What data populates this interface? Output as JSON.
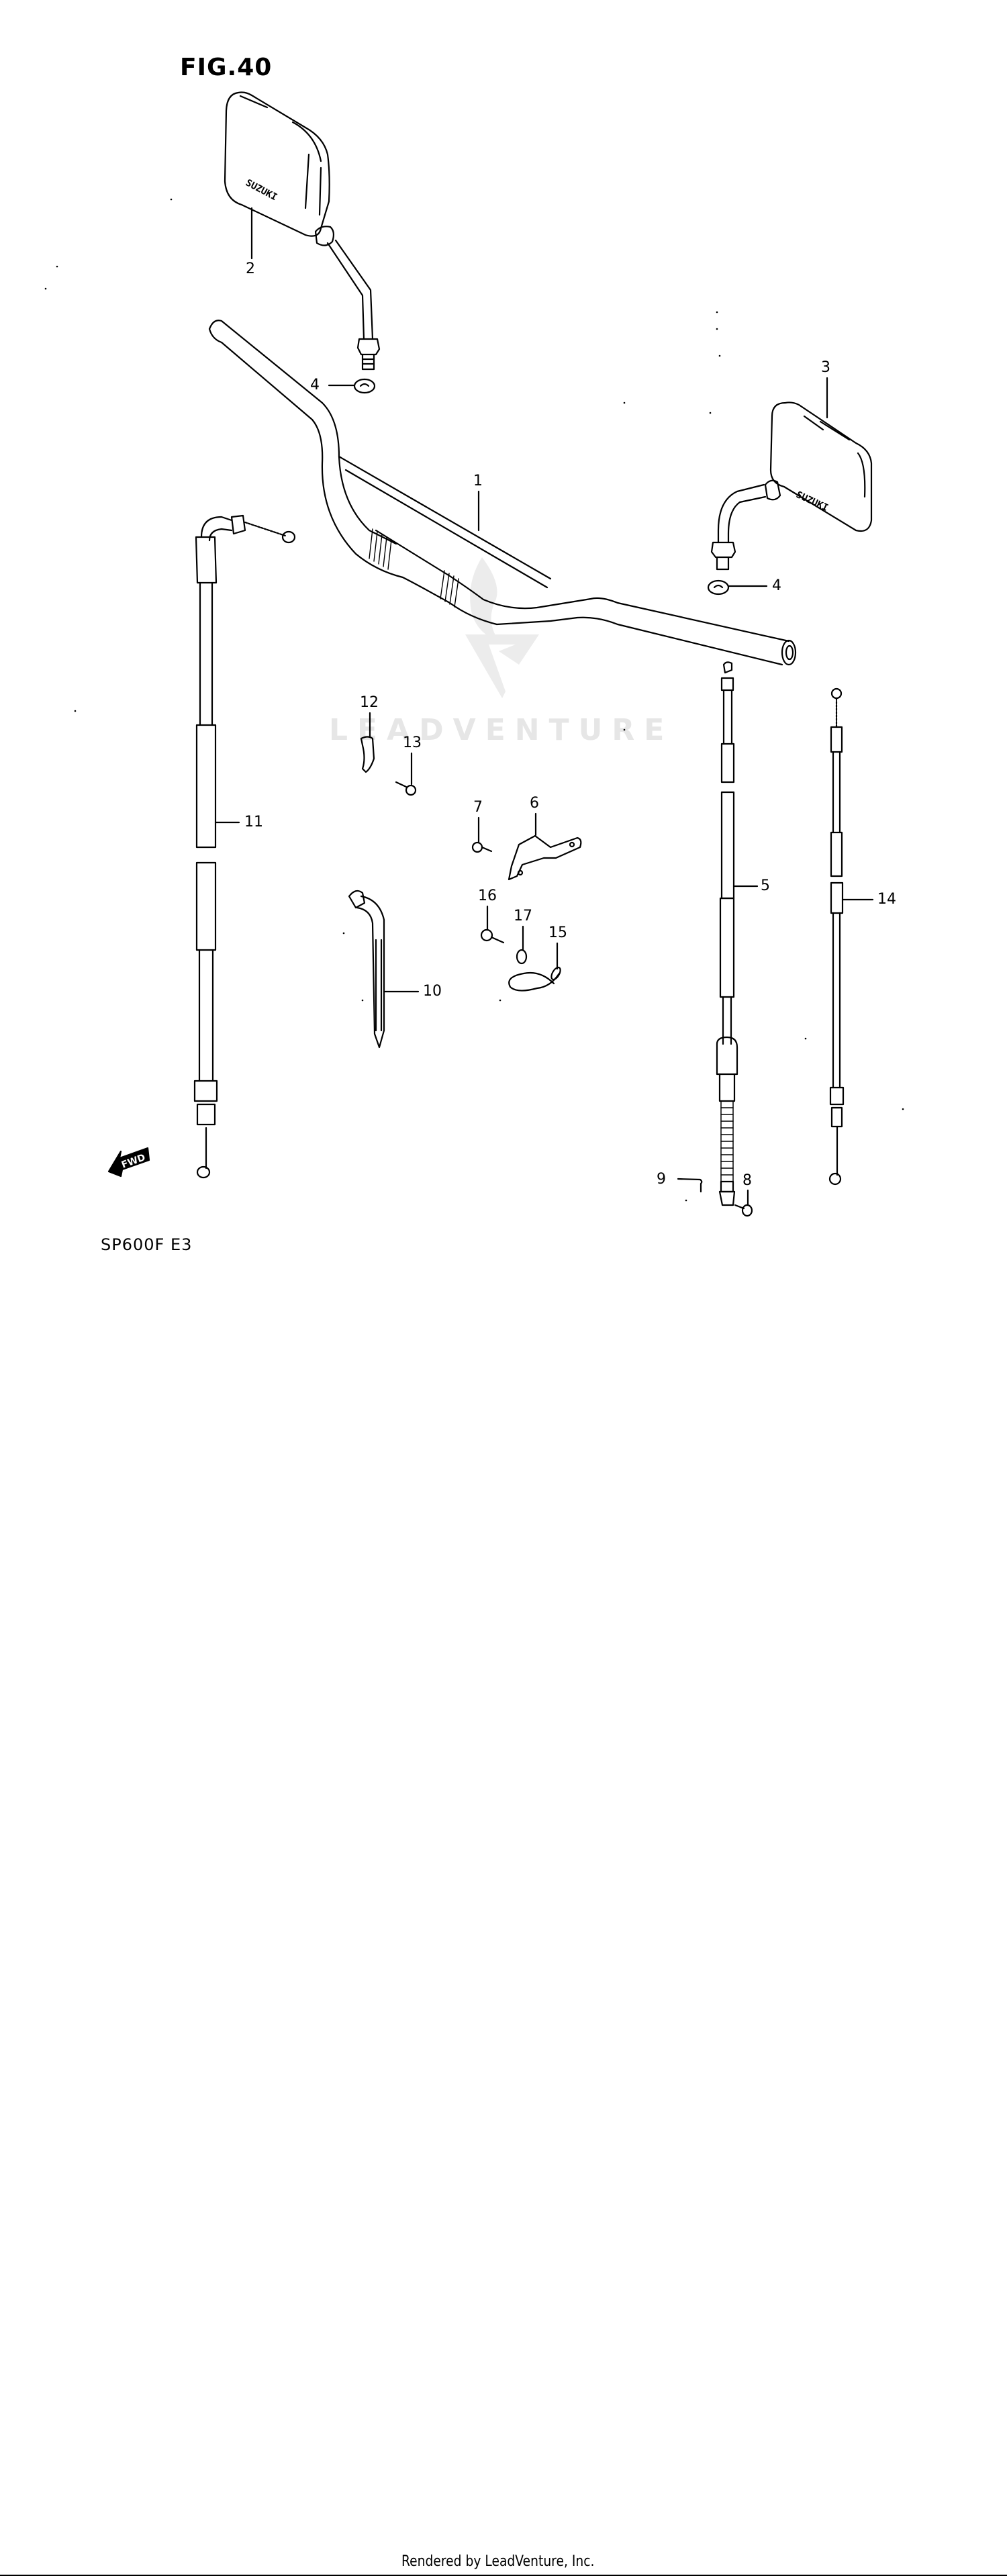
{
  "figure": {
    "title": "FIG.40",
    "model_code": "SP600F  E3",
    "footer": "Rendered by LeadVenture, Inc.",
    "watermark": "LEADVENTURE",
    "fwd_label": "FWD"
  },
  "callouts": [
    {
      "id": "1",
      "label": "1",
      "part": "handlebar"
    },
    {
      "id": "2",
      "label": "2",
      "part": "mirror-left"
    },
    {
      "id": "3",
      "label": "3",
      "part": "mirror-right"
    },
    {
      "id": "4a",
      "label": "4",
      "part": "mirror-nut-left"
    },
    {
      "id": "4b",
      "label": "4",
      "part": "mirror-nut-right"
    },
    {
      "id": "5",
      "label": "5",
      "part": "clutch-cable"
    },
    {
      "id": "6",
      "label": "6",
      "part": "cable-bracket"
    },
    {
      "id": "7",
      "label": "7",
      "part": "bracket-bolt"
    },
    {
      "id": "8",
      "label": "8",
      "part": "cable-pin"
    },
    {
      "id": "9",
      "label": "9",
      "part": "cotter-pin"
    },
    {
      "id": "10",
      "label": "10",
      "part": "choke-cable"
    },
    {
      "id": "11",
      "label": "11",
      "part": "throttle-cable"
    },
    {
      "id": "12",
      "label": "12",
      "part": "cable-clamp"
    },
    {
      "id": "13",
      "label": "13",
      "part": "clamp-screw"
    },
    {
      "id": "14",
      "label": "14",
      "part": "decompression-cable"
    },
    {
      "id": "15",
      "label": "15",
      "part": "wire-loop"
    },
    {
      "id": "16",
      "label": "16",
      "part": "screw"
    },
    {
      "id": "17",
      "label": "17",
      "part": "washer"
    }
  ],
  "mirror_brand": "SUZUKI"
}
